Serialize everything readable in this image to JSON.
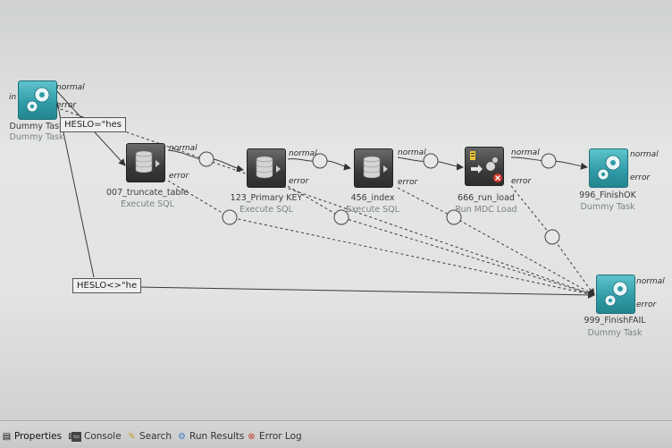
{
  "nodes": {
    "start": {
      "name": "Dummy Task",
      "type": "Dummy Task"
    },
    "truncate": {
      "name": "007_truncate_table",
      "type": "Execute SQL"
    },
    "primary": {
      "name": "123_Primary KEY",
      "type": "Execute SQL"
    },
    "index": {
      "name": "456_index",
      "type": "Execute SQL"
    },
    "runload": {
      "name": "666_run_load",
      "type": "Run MDC Load"
    },
    "finish_ok": {
      "name": "996_FinishOK",
      "type": "Dummy Task"
    },
    "finish_fail": {
      "name": "999_FinishFAIL",
      "type": "Dummy Task"
    }
  },
  "ports": {
    "in": "in",
    "normal": "normal",
    "error": "error"
  },
  "conditions": {
    "eq": "HESLO=\"hes",
    "neq": "HESLO<>\"he"
  },
  "tabs": [
    {
      "label": "Properties"
    },
    {
      "label": "Console"
    },
    {
      "label": "Search"
    },
    {
      "label": "Run Results"
    },
    {
      "label": "Error Log"
    }
  ],
  "tab_close": "⊠",
  "colors": {
    "gear": "#2e9aa6",
    "sql": "#3a3a3a",
    "error_badge": "#d9332a"
  }
}
